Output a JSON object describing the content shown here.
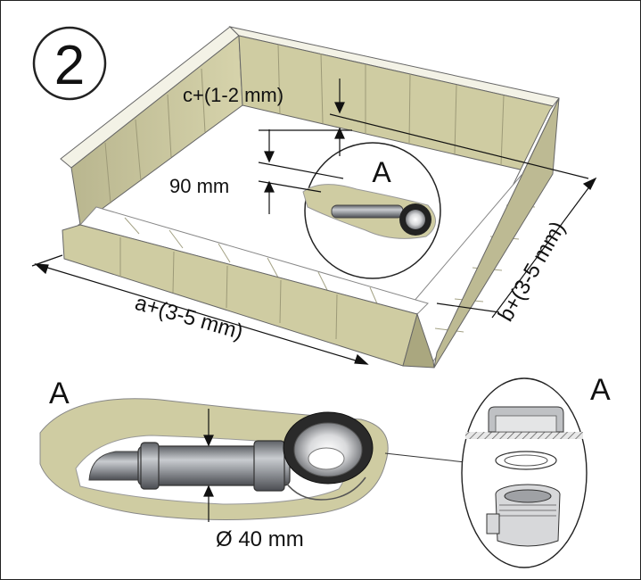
{
  "step": {
    "number": "2"
  },
  "dimensions": {
    "length": "a+(3-5 mm)",
    "width": "b+(3-5 mm)",
    "height": "c+(1-2 mm)",
    "depth": "90 mm",
    "diameter": "Ø 40 mm"
  },
  "detail": {
    "circle_label": "A",
    "left_label": "A",
    "right_label": "A"
  },
  "colors": {
    "wall": "#cfcca2",
    "wall_dark": "#aaa77f",
    "tile_line": "#9d9a78",
    "pipe": "#8a8d91",
    "pipe_dark": "#4a4c50",
    "ring": "#2a2a2a"
  }
}
